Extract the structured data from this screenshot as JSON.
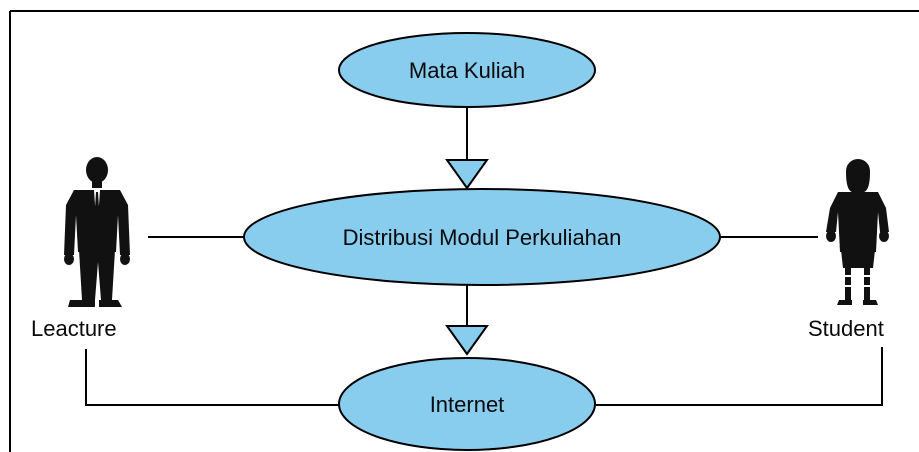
{
  "diagram": {
    "nodes": {
      "mata_kuliah": "Mata Kuliah",
      "distribusi": "Distribusi Modul Perkuliahan",
      "internet": "Internet"
    },
    "actors": {
      "lecturer": "Leacture",
      "student": "Student"
    },
    "colors": {
      "node_fill": "#88ccee",
      "stroke": "#000000",
      "silhouette": "#111111",
      "frame": "#000000"
    },
    "icons": {
      "lecturer": "businessman-silhouette-icon",
      "student": "businesswoman-silhouette-icon"
    }
  }
}
